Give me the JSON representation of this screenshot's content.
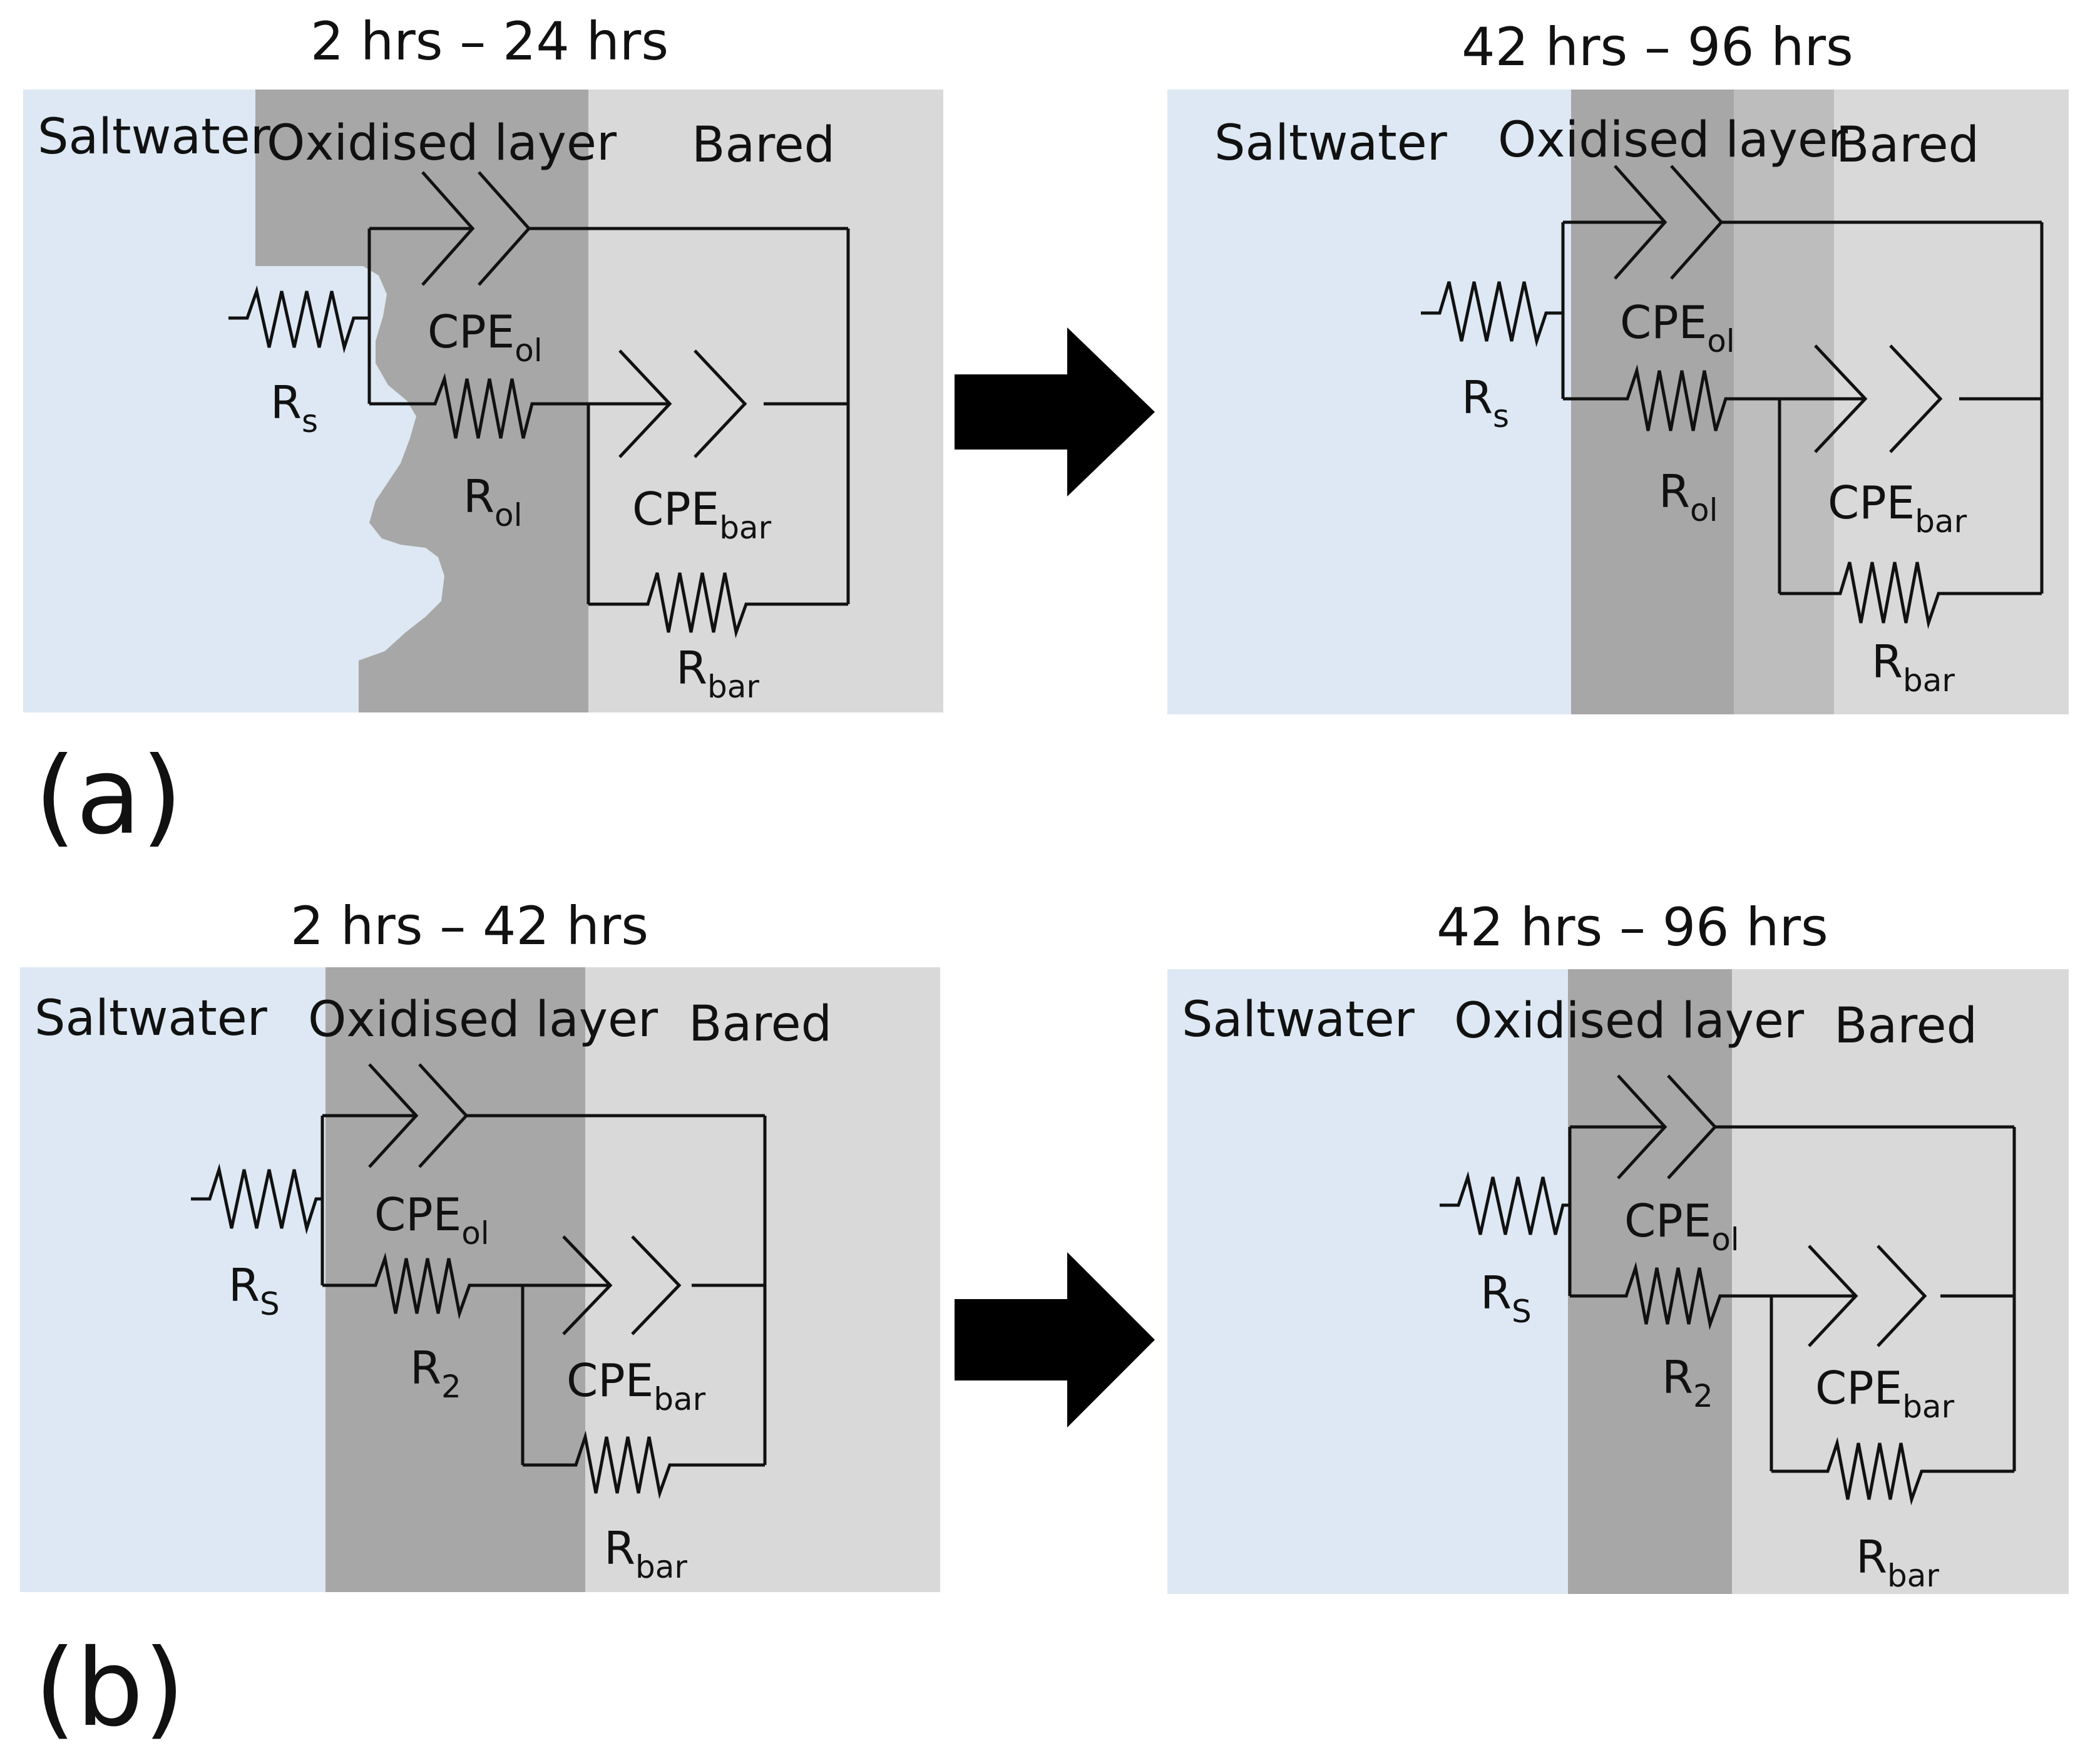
{
  "colors": {
    "saltwater": "#dde8f4",
    "oxidised": "#a7a7a7",
    "oxidised_light": "#bdbdbd",
    "bared": "#d9d9d9",
    "wire": "#111111",
    "arrow": "#000000"
  },
  "labels": {
    "panel_a": "(a)",
    "panel_b": "(b)"
  },
  "regions": {
    "saltwater": "Saltwater",
    "oxidised": "Oxidised layer",
    "bared": "Bared"
  },
  "components": {
    "cpe": "CPE",
    "r": "R",
    "sub_ol": "ol",
    "sub_bar": "bar",
    "sub_s_lower": "s",
    "sub_s_upper": "S",
    "sub_2": "2"
  },
  "diagrams": [
    {
      "id": "a1",
      "time": "2 hrs – 24 hrs",
      "arrow_icon": "right-arrow-icon"
    },
    {
      "id": "a2",
      "time": "42 hrs – 96 hrs"
    },
    {
      "id": "b1",
      "time": "2 hrs – 42 hrs",
      "arrow_icon": "right-arrow-icon"
    },
    {
      "id": "b2",
      "time": "42 hrs – 96 hrs"
    }
  ]
}
